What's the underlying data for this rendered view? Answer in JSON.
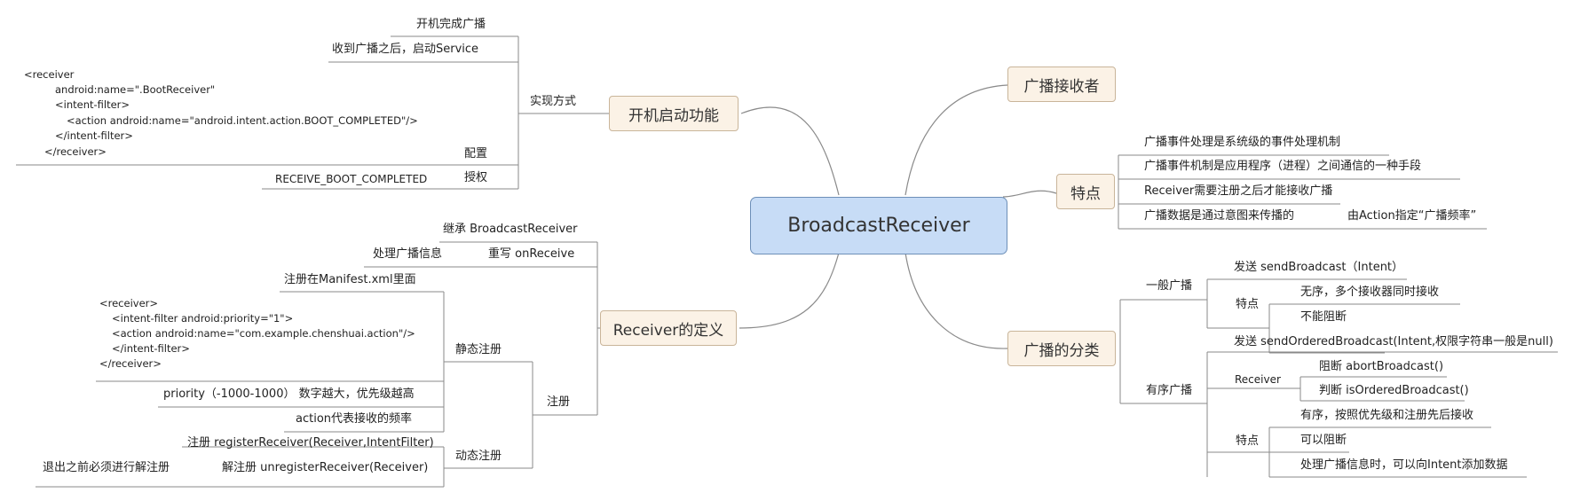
{
  "central": "BroadcastReceiver",
  "left": {
    "boot": {
      "title": "开机启动功能",
      "impl_label": "实现方式",
      "items": [
        "开机完成广播",
        "收到广播之后，启动Service"
      ],
      "config_label": "配置",
      "config_code": [
        "<receiver",
        "android:name=\".BootReceiver\"",
        "<intent-filter>",
        "<action android:name=\"android.intent.action.BOOT_COMPLETED\"/>",
        "</intent-filter>",
        "</receiver>"
      ],
      "perm_label": "授权",
      "perm_value": "RECEIVE_BOOT_COMPLETED"
    },
    "definition": {
      "title": "Receiver的定义",
      "inherit": "继承 BroadcastReceiver",
      "handle_label": "处理广播信息",
      "override": "重写 onReceive",
      "register_label": "注册",
      "static_label": "静态注册",
      "manifest": "注册在Manifest.xml里面",
      "static_code": [
        "<receiver>",
        "<intent-filter android:priority=\"1\">",
        "<action android:name=\"com.example.chenshuai.action\"/>",
        "</intent-filter>",
        "</receiver>"
      ],
      "priority": "priority（-1000-1000） 数字越大，优先级越高",
      "action_freq": "action代表接收的频率",
      "dynamic_label": "动态注册",
      "register_call": "注册 registerReceiver(Receiver,IntentFilter)",
      "unregister_call": "解注册 unregisterReceiver(Receiver)",
      "unregister_note": "退出之前必须进行解注册"
    }
  },
  "right": {
    "receiver": {
      "title": "广播接收者"
    },
    "features": {
      "title": "特点",
      "items": [
        "广播事件处理是系统级的事件处理机制",
        "广播事件机制是应用程序（进程）之间通信的一种手段",
        "Receiver需要注册之后才能接收广播",
        "广播数据是通过意图来传播的"
      ],
      "action_note": "由Action指定“广播频率”"
    },
    "types": {
      "title": "广播的分类",
      "normal_label": "一般广播",
      "normal_send": "发送 sendBroadcast（Intent）",
      "normal_feature_label": "特点",
      "normal_features": [
        "无序，多个接收器同时接收",
        "不能阻断"
      ],
      "ordered_label": "有序广播",
      "ordered_send": "发送 sendOrderedBroadcast(Intent,权限字符串一般是null)",
      "receiver_label": "Receiver",
      "abort": "阻断 abortBroadcast()",
      "check": "判断  isOrderedBroadcast()",
      "ordered_feature_label": "特点",
      "ordered_features": [
        "有序，按照优先级和注册先后接收",
        "可以阻断",
        "处理广播信息时，可以向Intent添加数据"
      ]
    }
  }
}
